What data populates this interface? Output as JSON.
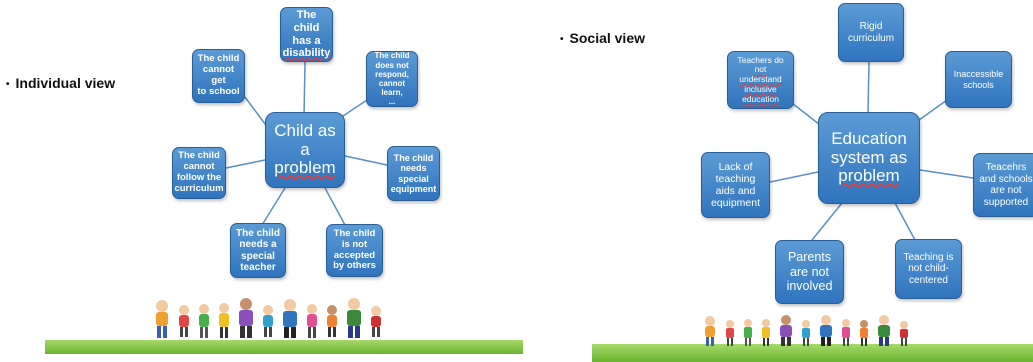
{
  "left_diagram": {
    "heading": "Individual view",
    "center": [
      "Child as",
      "a",
      "problem"
    ],
    "nodes": [
      [
        "The child",
        "has a",
        "disability"
      ],
      [
        "The child",
        "does not",
        "respond,",
        "cannot learn,",
        "..."
      ],
      [
        "The child",
        "needs",
        "special",
        "equipment"
      ],
      [
        "The child",
        "is not",
        "accepted",
        "by others"
      ],
      [
        "The child",
        "needs a",
        "special",
        "teacher"
      ],
      [
        "The child",
        "cannot",
        "follow the",
        "curriculum"
      ],
      [
        "The child",
        "cannot get",
        "to school"
      ]
    ]
  },
  "right_diagram": {
    "heading": "Social view",
    "center": [
      "Education",
      "system as",
      "problem"
    ],
    "nodes": [
      [
        "Rigid",
        "curriculum"
      ],
      [
        "Inaccessible",
        "schools"
      ],
      [
        "Teacehrs",
        "and schools",
        "are not",
        "supported"
      ],
      [
        "Teaching is",
        "not child-",
        "centered"
      ],
      [
        "Parents",
        "are not",
        "involved"
      ],
      [
        "Lack of",
        "teaching",
        "aids and",
        "equipment"
      ],
      [
        "Teachers do",
        "not",
        "understand",
        "inclusive",
        "education"
      ]
    ]
  },
  "colors": {
    "box_fill": "#2f74bd",
    "box_border": "#2a5f96",
    "connector": "#5b8fc7",
    "grass": "#6ab42f"
  }
}
